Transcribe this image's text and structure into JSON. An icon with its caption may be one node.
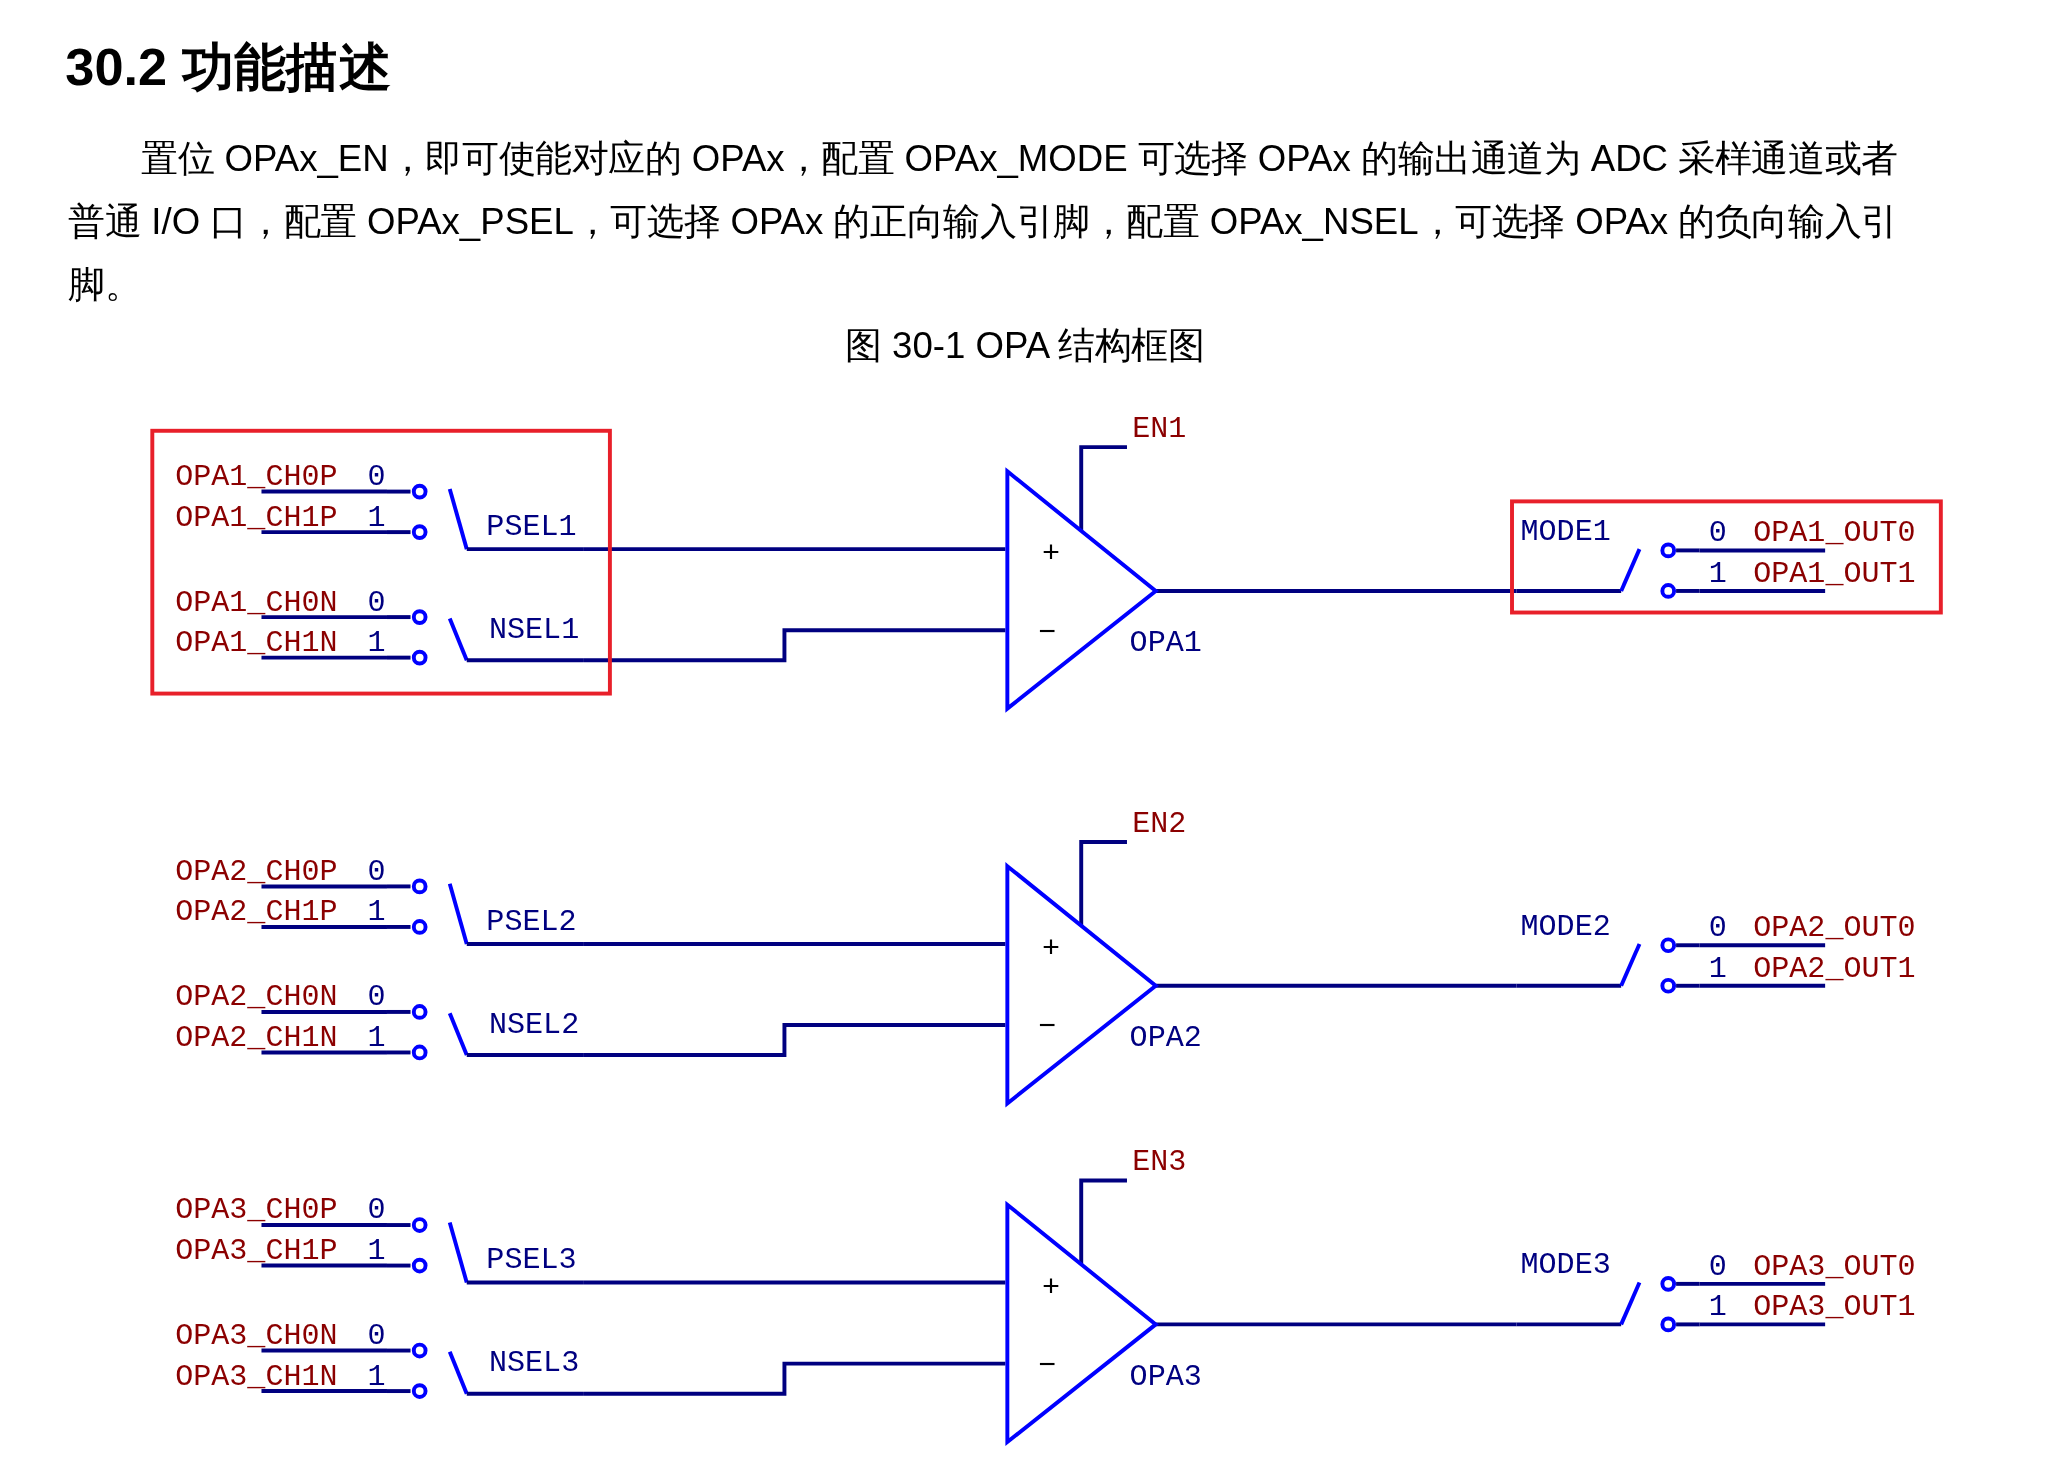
{
  "diagram": {
    "title": "30.2 功能描述",
    "caption": "图 30-1 OPA 结构框图",
    "labels": [
      "置位 OPAx_EN，即可使能对应的 OPAx，配置 OPAx_MODE 可选择 OPAx 的输出通道为 ADC 采样通道或者普通 I/O 口，配置 OPAx_PSEL，可选择 OPAx 的正向输入引脚，配置 OPAx_NSEL，可选择 OPAx 的负向输入引脚。"
    ],
    "nodes": [
      {
        "text": [],
        "shape": "box"
      },
      {
        "text": [
          "OPA1_CH0P",
          "0"
        ],
        "in": 0
      },
      {
        "text": [
          "OPA1_CH1P",
          "1"
        ],
        "in": 0
      },
      {
        "text": [
          "PSEL1"
        ],
        "in": 0
      },
      {
        "text": [
          "OPA1_CH0N",
          "0"
        ],
        "in": 0
      },
      {
        "text": [
          "OPA1_CH1N",
          "1"
        ],
        "in": 0
      },
      {
        "text": [
          "NSEL1"
        ],
        "in": 0
      },
      {
        "text": [
          "EN1"
        ]
      },
      {
        "text": [
          "+",
          "−"
        ],
        "beside": [
          "OPA1"
        ]
      },
      {
        "text": [],
        "shape": "box"
      },
      {
        "text": [
          "MODE1"
        ],
        "in": 9
      },
      {
        "text": [
          "0",
          "OPA1_OUT0"
        ],
        "in": 9
      },
      {
        "text": [
          "1",
          "OPA1_OUT1"
        ],
        "in": 9
      },
      {
        "text": [
          "OPA2_CH0P",
          "0"
        ]
      },
      {
        "text": [
          "OPA2_CH1P",
          "1"
        ]
      },
      {
        "text": [
          "PSEL2"
        ]
      },
      {
        "text": [
          "OPA2_CH0N",
          "0"
        ]
      },
      {
        "text": [
          "OPA2_CH1N",
          "1"
        ]
      },
      {
        "text": [
          "NSEL2"
        ]
      },
      {
        "text": [
          "EN2"
        ]
      },
      {
        "text": [
          "+",
          "−"
        ],
        "beside": [
          "OPA2"
        ]
      },
      {
        "text": [
          "MODE2"
        ]
      },
      {
        "text": [
          "0",
          "OPA2_OUT0"
        ]
      },
      {
        "text": [
          "1",
          "OPA2_OUT1"
        ]
      },
      {
        "text": [
          "OPA3_CH0P",
          "0"
        ]
      },
      {
        "text": [
          "OPA3_CH1P",
          "1"
        ]
      },
      {
        "text": [
          "PSEL3"
        ]
      },
      {
        "text": [
          "OPA3_CH0N",
          "0"
        ]
      },
      {
        "text": [
          "OPA3_CH1N",
          "1"
        ]
      },
      {
        "text": [
          "NSEL3"
        ]
      },
      {
        "text": [
          "EN3"
        ]
      },
      {
        "text": [
          "+",
          "−"
        ],
        "beside": [
          "OPA3"
        ]
      },
      {
        "text": [
          "MODE3"
        ]
      },
      {
        "text": [
          "0",
          "OPA3_OUT0"
        ]
      },
      {
        "text": [
          "1",
          "OPA3_OUT1"
        ]
      }
    ],
    "edges": [
      {
        "from": 1,
        "to": 3,
        "arrow": "none"
      },
      {
        "from": 2,
        "to": 3,
        "arrow": "none"
      },
      {
        "from": 4,
        "to": 6,
        "arrow": "none"
      },
      {
        "from": 5,
        "to": 6,
        "arrow": "none"
      },
      {
        "from": 3,
        "to": 8,
        "arrow": "none"
      },
      {
        "from": 6,
        "to": 8,
        "arrow": "none"
      },
      {
        "from": 7,
        "to": 8,
        "arrow": "none"
      },
      {
        "from": 8,
        "to": 10,
        "arrow": "none"
      },
      {
        "from": 10,
        "to": 11,
        "arrow": "none"
      },
      {
        "from": 10,
        "to": 12,
        "arrow": "none"
      },
      {
        "from": 13,
        "to": 15,
        "arrow": "none"
      },
      {
        "from": 14,
        "to": 15,
        "arrow": "none"
      },
      {
        "from": 16,
        "to": 18,
        "arrow": "none"
      },
      {
        "from": 17,
        "to": 18,
        "arrow": "none"
      },
      {
        "from": 15,
        "to": 20,
        "arrow": "none"
      },
      {
        "from": 18,
        "to": 20,
        "arrow": "none"
      },
      {
        "from": 19,
        "to": 20,
        "arrow": "none"
      },
      {
        "from": 20,
        "to": 21,
        "arrow": "none"
      },
      {
        "from": 21,
        "to": 22,
        "arrow": "none"
      },
      {
        "from": 21,
        "to": 23,
        "arrow": "none"
      },
      {
        "from": 24,
        "to": 26,
        "arrow": "none"
      },
      {
        "from": 25,
        "to": 26,
        "arrow": "none"
      },
      {
        "from": 27,
        "to": 29,
        "arrow": "none"
      },
      {
        "from": 28,
        "to": 29,
        "arrow": "none"
      },
      {
        "from": 26,
        "to": 31,
        "arrow": "none"
      },
      {
        "from": 29,
        "to": 31,
        "arrow": "none"
      },
      {
        "from": 30,
        "to": 31,
        "arrow": "none"
      },
      {
        "from": 31,
        "to": 32,
        "arrow": "none"
      },
      {
        "from": 32,
        "to": 33,
        "arrow": "none"
      },
      {
        "from": 32,
        "to": 34,
        "arrow": "none"
      }
    ]
  }
}
